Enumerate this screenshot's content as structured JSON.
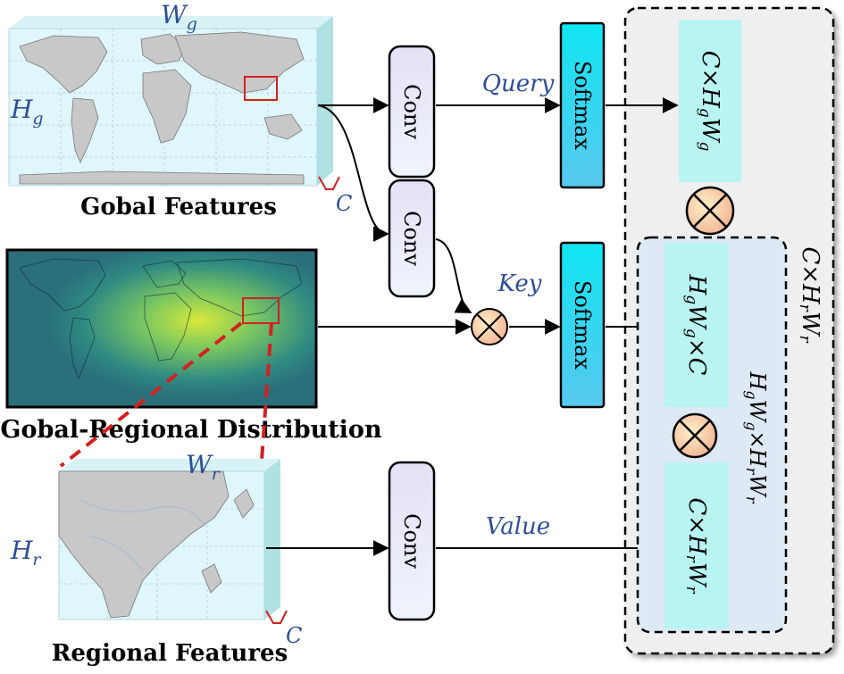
{
  "global_features": {
    "caption": "Gobal Features",
    "width_label": "W",
    "width_sub": "g",
    "height_label": "H",
    "height_sub": "g",
    "channel_label": "C"
  },
  "distribution": {
    "caption": "Gobal-Regional Distribution"
  },
  "regional_features": {
    "caption": "Regional Features",
    "width_label": "W",
    "width_sub": "r",
    "height_label": "H",
    "height_sub": "r",
    "channel_label": "C"
  },
  "conv": {
    "query_label": "Conv",
    "key_label": "Conv",
    "value_label": "Conv"
  },
  "softmax": {
    "query_label": "Softmax",
    "key_label": "Softmax"
  },
  "flows": {
    "query": "Query",
    "key": "Key",
    "value": "Value"
  },
  "tensors": {
    "query": {
      "main": "C×H",
      "s1": "g",
      "mid": "W",
      "s2": "g"
    },
    "key": {
      "main": "H",
      "s1": "g",
      "mid": "W",
      "s2": "g",
      "tail": "×C"
    },
    "value": {
      "main": "C×H",
      "s1": "r",
      "mid": "W",
      "s2": "r"
    },
    "outer": {
      "main": "C×H",
      "s1": "r",
      "mid": "W",
      "s2": "r"
    },
    "inner": {
      "main": "H",
      "s1": "g",
      "mid": "W",
      "s2": "g",
      "mid2": "×H",
      "s3": "r",
      "mid3": "W",
      "s4": "r"
    }
  },
  "colors": {
    "map_bg": "#dff6fb",
    "land": "#c8c8c8",
    "heat_bg": "#2a6f7a",
    "heat_hot": "#d8e83a",
    "conv_fill": "#e8e4f6",
    "softmax_fill": "#1fd6ea",
    "tensor_fill": "#b8f4f2",
    "outer_fill": "#efefef",
    "inner_fill": "#dde9f4",
    "label_blue": "#2f4e96",
    "highlight": "#d42020"
  }
}
